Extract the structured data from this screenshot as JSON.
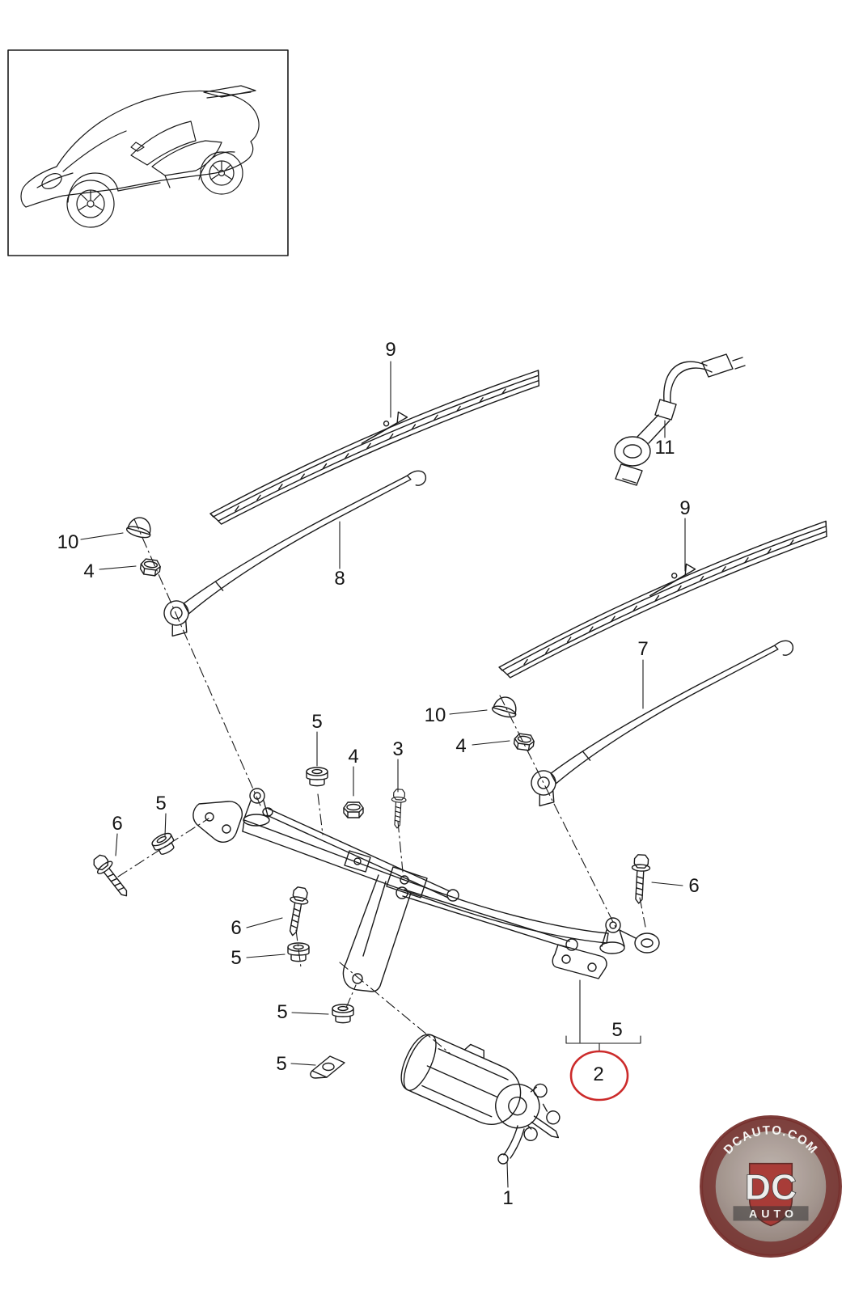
{
  "colors": {
    "line": "#1a1a1a",
    "highlight": "#cc2b2b",
    "logo_red": "#a32824",
    "logo_ring": "#6e2320"
  },
  "callouts": [
    {
      "label": "9"
    },
    {
      "label": "11"
    },
    {
      "label": "8"
    },
    {
      "label": "10"
    },
    {
      "label": "4"
    },
    {
      "label": "9"
    },
    {
      "label": "7"
    },
    {
      "label": "10"
    },
    {
      "label": "4"
    },
    {
      "label": "5"
    },
    {
      "label": "4"
    },
    {
      "label": "3"
    },
    {
      "label": "6"
    },
    {
      "label": "5"
    },
    {
      "label": "6"
    },
    {
      "label": "5"
    },
    {
      "label": "6"
    },
    {
      "label": "5"
    },
    {
      "label": "5"
    },
    {
      "label": "5"
    },
    {
      "label": "2",
      "highlighted": true
    },
    {
      "label": "1"
    }
  ],
  "logo": {
    "site": "DCAUTO.COM",
    "initials": "DC",
    "word": "AUTO"
  }
}
